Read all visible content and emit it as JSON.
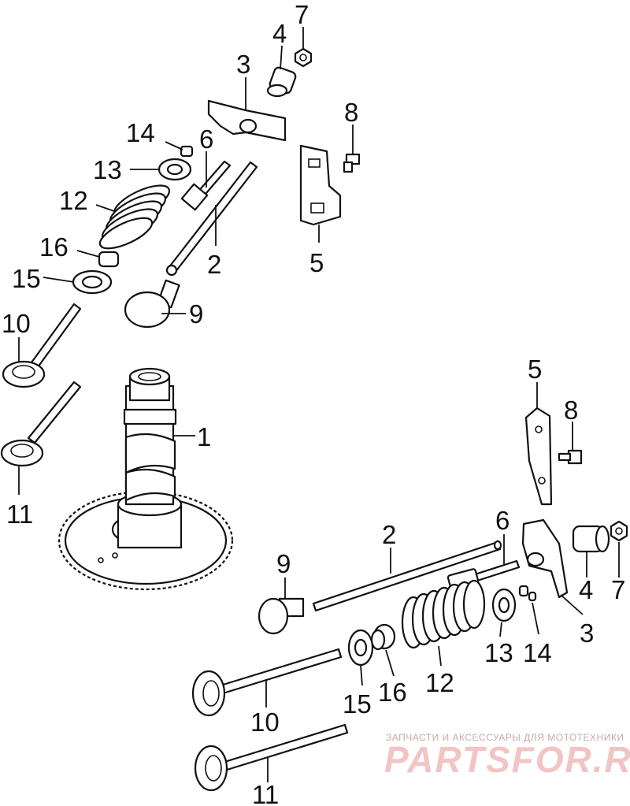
{
  "callouts": {
    "upper": {
      "n1": "1",
      "n2": "2",
      "n3": "3",
      "n4": "4",
      "n5": "5",
      "n6": "6",
      "n7": "7",
      "n8": "8",
      "n9": "9",
      "n10": "10",
      "n11": "11",
      "n12": "12",
      "n13": "13",
      "n14": "14",
      "n15": "15",
      "n16": "16"
    },
    "lower": {
      "n2": "2",
      "n3": "3",
      "n4": "4",
      "n5": "5",
      "n6": "6",
      "n7": "7",
      "n8": "8",
      "n9": "9",
      "n10": "10",
      "n11": "11",
      "n12": "12",
      "n13": "13",
      "n14": "14",
      "n15": "15",
      "n16": "16"
    }
  },
  "watermark": {
    "tagline": "ЗАПЧАСТИ И АКСЕССУАРЫ ДЛЯ МОТОТЕХНИКИ",
    "brand": "PARTSFOR.RU"
  }
}
